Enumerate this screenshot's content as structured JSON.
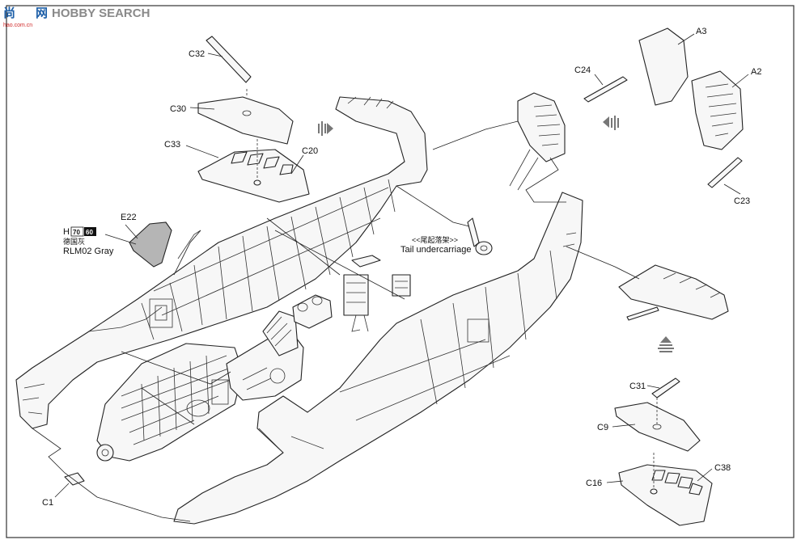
{
  "watermark": {
    "logo_cn": "尚",
    "logo_net": "网",
    "brand": "HOBBY SEARCH",
    "site": "hao.com.cn"
  },
  "callouts": {
    "c32": "C32",
    "c30": "C30",
    "c33": "C33",
    "c20": "C20",
    "e22": "E22",
    "c24": "C24",
    "a3": "A3",
    "a2": "A2",
    "c23": "C23",
    "c31": "C31",
    "c9": "C9",
    "c16": "C16",
    "c38": "C38",
    "c1": "C1"
  },
  "paint_note": {
    "prefix": "H",
    "code_1": "70",
    "code_2": "60",
    "name_cn": "德国灰",
    "name_en": "RLM02 Gray"
  },
  "tail_note": {
    "cn": "<<尾起落架>>",
    "en": "Tail undercarriage"
  },
  "colors": {
    "line": "#222222",
    "part_fill": "#f7f7f7",
    "painted_part": "#b5b5b5",
    "watermark_blue": "#1d5fa8",
    "watermark_red": "#d12a2a"
  }
}
